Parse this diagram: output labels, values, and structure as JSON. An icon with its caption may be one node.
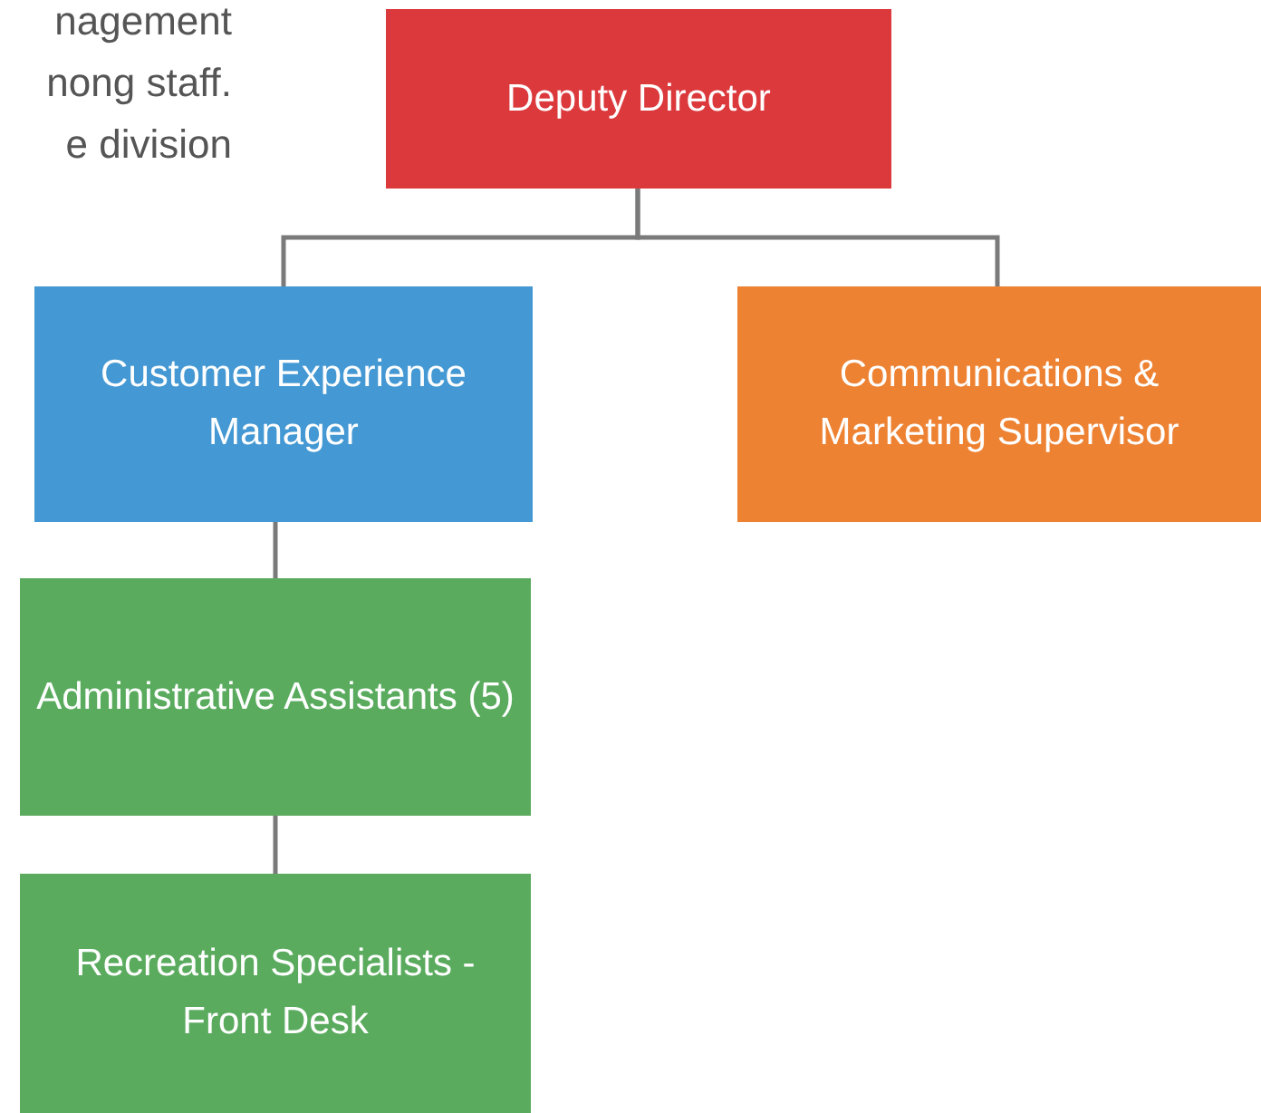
{
  "diagram": {
    "nodes": [
      {
        "text": [
          "Deputy Director"
        ]
      },
      {
        "text": [
          "Customer Experience Manager"
        ]
      },
      {
        "text": [
          "Communications & Marketing Supervisor"
        ]
      },
      {
        "text": [
          "Administrative Assistants (5)"
        ]
      },
      {
        "text": [
          "Recreation Specialists - Front Desk"
        ]
      }
    ],
    "edges": [
      {
        "from": 0,
        "to": 1,
        "arrow": "none"
      },
      {
        "from": 0,
        "to": 2,
        "arrow": "none"
      },
      {
        "from": 1,
        "to": 3,
        "arrow": "none"
      },
      {
        "from": 3,
        "to": 4,
        "arrow": "none"
      }
    ],
    "labels": [
      "nagement",
      "nong staff.",
      "e division"
    ]
  }
}
